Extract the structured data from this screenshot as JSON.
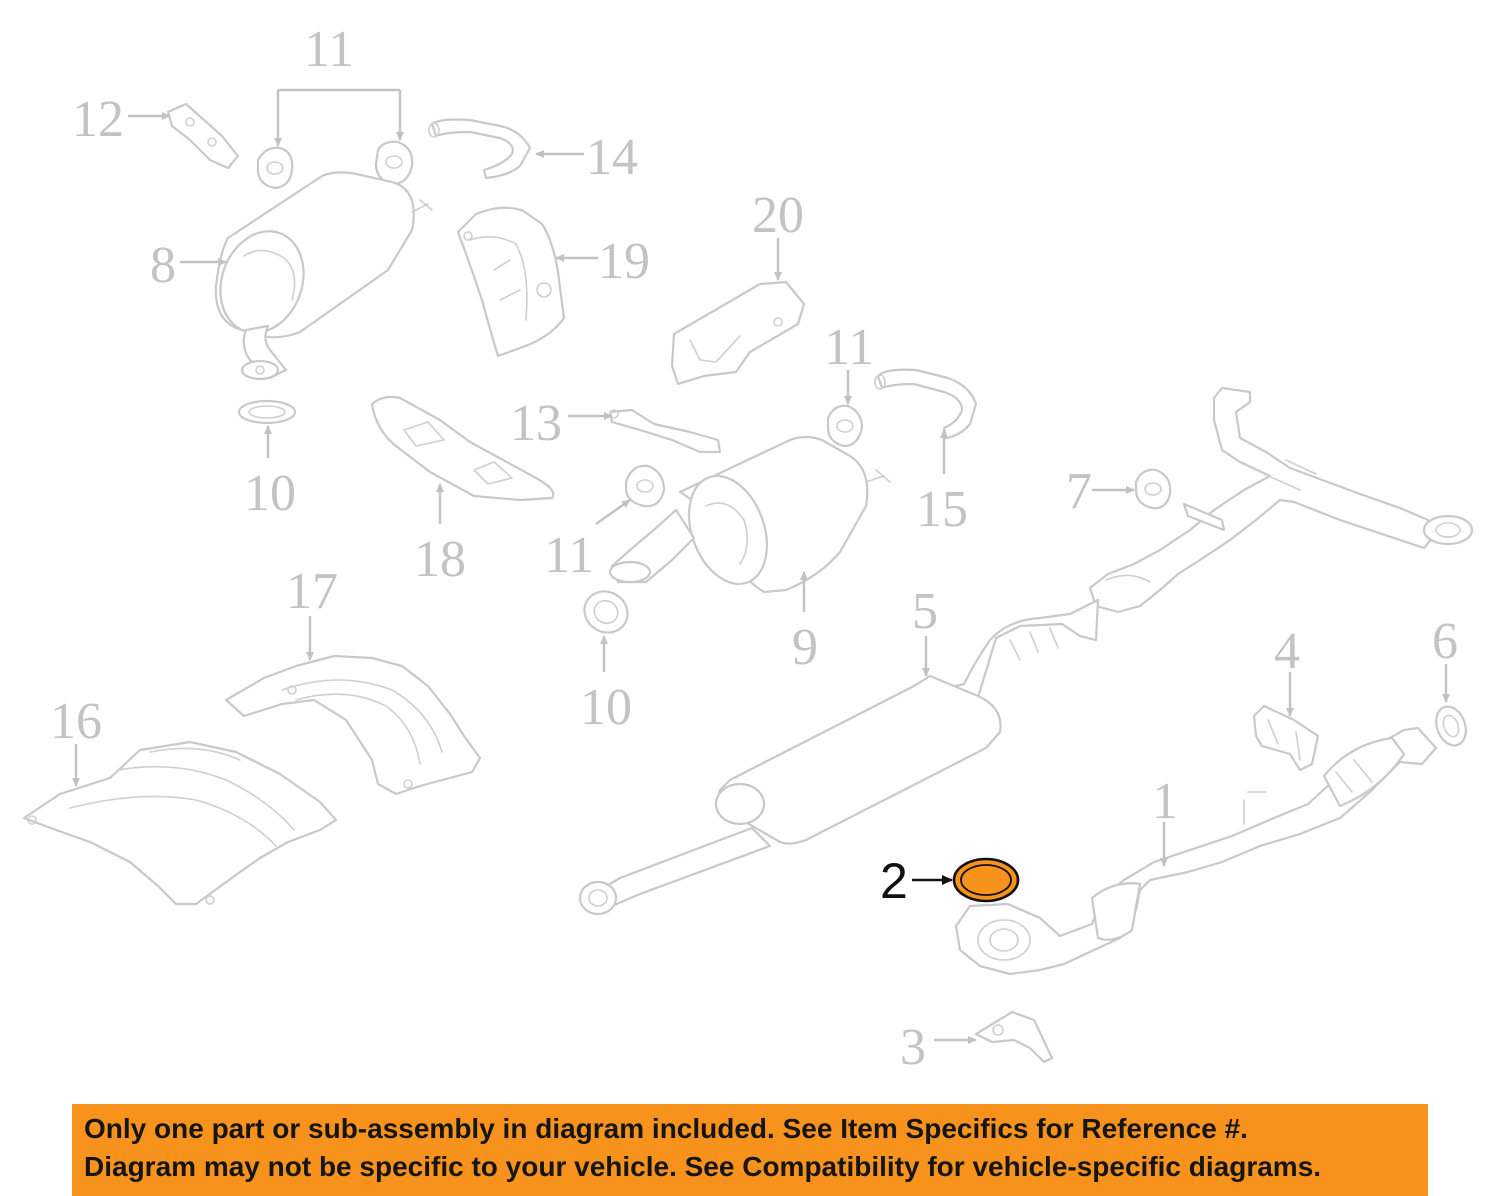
{
  "callouts": {
    "c1": "1",
    "c2": "2",
    "c3": "3",
    "c4": "4",
    "c5": "5",
    "c6": "6",
    "c7": "7",
    "c8": "8",
    "c9": "9",
    "c10a": "10",
    "c10b": "10",
    "c11a": "11",
    "c11b": "11",
    "c11c": "11",
    "c12": "12",
    "c13": "13",
    "c14": "14",
    "c15": "15",
    "c16": "16",
    "c17": "17",
    "c18": "18",
    "c19": "19",
    "c20": "20"
  },
  "highlight": {
    "color": "#f7931d",
    "part": "2"
  },
  "banner": {
    "line1": "Only one part or sub-assembly in diagram included. See Item Specifics for Reference #.",
    "line2": "Diagram may not be specific to your vehicle. See Compatibility for vehicle-specific diagrams.",
    "color": "#f7931d"
  }
}
